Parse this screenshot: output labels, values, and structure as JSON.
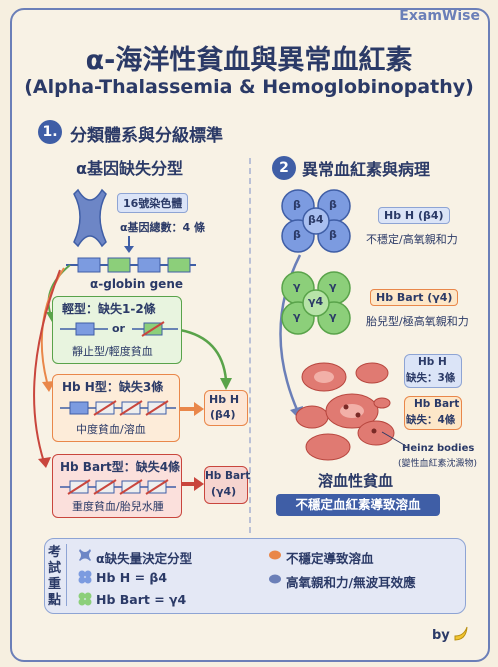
{
  "brand": "ExamWise",
  "title": "α-海洋性貧血與異常血紅素",
  "subtitle": "(Alpha-Thalassemia & Hemoglobinopathy)",
  "section1": {
    "num": "1.",
    "title": "分類體系與分級標準"
  },
  "left": {
    "heading": "α基因缺失分型",
    "chrom": "16號染色體",
    "gene_total": "α基因總數：4 條",
    "gene_label": "α-globin gene",
    "mild": {
      "title": "輕型：缺失1-2條",
      "or": "or",
      "desc": "靜止型/輕度貧血"
    },
    "hbh": {
      "title": "Hb H型：缺失3條",
      "desc": "中度貧血/溶血",
      "result1": "Hb H",
      "result2": "(β4)"
    },
    "bart": {
      "title": "Hb Bart型：缺失4條",
      "desc": "重度貧血/胎兒水腫",
      "result1": "Hb Bart",
      "result2": "(γ4)"
    }
  },
  "right": {
    "num": "2",
    "heading": "異常血紅素與病理",
    "beta_subunit": "β",
    "beta_center": "β4",
    "gamma_subunit": "γ",
    "gamma_center": "γ4",
    "hbh_label": "Hb H (β4)",
    "hbh_desc": "不穩定/高氧親和力",
    "bart_label": "Hb Bart (γ4)",
    "bart_desc": "胎兒型/極高氧親和力",
    "tag1_a": "Hb H",
    "tag1_b": "缺失：3條",
    "tag2_a": "Hb Bart",
    "tag2_b": "缺失：4條",
    "heinz1": "Heinz bodies",
    "heinz2": "(變性血紅素沈澱物)",
    "hemolysis": "溶血性貧血",
    "banner": "不穩定血紅素導致溶血"
  },
  "key": {
    "vertical": "考試重點",
    "items": [
      "α缺失量決定分型",
      "Hb H = β4",
      "Hb Bart = γ4",
      "不穩定導致溶血",
      "高氧親和力/無波耳效應"
    ]
  },
  "by": "by",
  "colors": {
    "navy": "#2b3a67",
    "blue": "#3f5ea6",
    "green": "#59a34a",
    "orange": "#e9874a",
    "red": "#c9463d"
  }
}
